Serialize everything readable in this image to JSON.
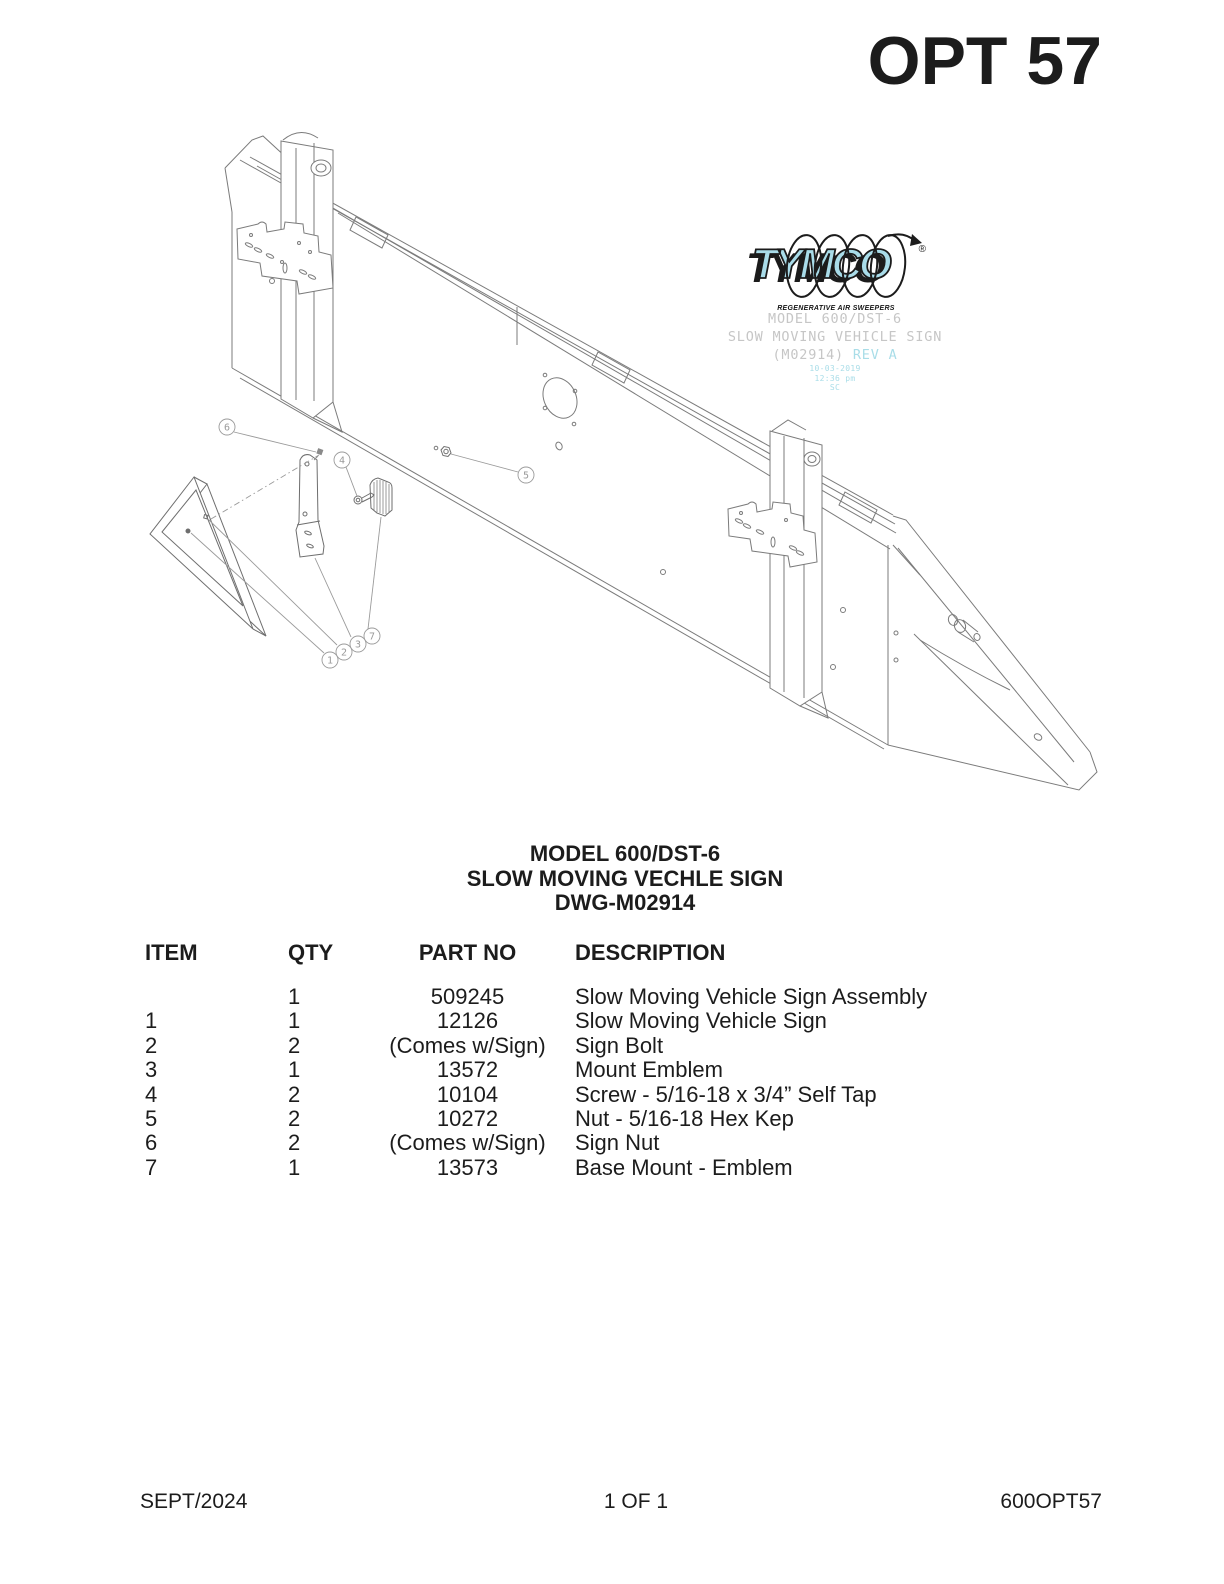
{
  "page": {
    "title": "OPT 57",
    "footer": {
      "date": "SEPT/2024",
      "page": "1 OF 1",
      "doc": "600OPT57"
    }
  },
  "drawing": {
    "logo": {
      "brand": "TYMCO",
      "registered": "®",
      "tagline": "REGENERATIVE AIR SWEEPERS"
    },
    "stamp": {
      "model": "MODEL 600/DST-6",
      "name": "SLOW MOVING VEHICLE SIGN",
      "dwg": "(M02914)",
      "rev": "REV A",
      "date": "10-03-2019",
      "time": "12:36 pm",
      "initials": "SC"
    },
    "callouts": [
      "1",
      "2",
      "3",
      "4",
      "5",
      "6",
      "7"
    ]
  },
  "parts_list": {
    "heading": [
      "MODEL 600/DST-6",
      "SLOW MOVING VECHLE SIGN",
      "DWG-M02914"
    ],
    "columns": [
      "ITEM",
      "QTY",
      "PART NO",
      "DESCRIPTION"
    ],
    "rows": [
      {
        "item": "",
        "qty": "1",
        "part_no": "509245",
        "description": "Slow Moving Vehicle Sign Assembly"
      },
      {
        "item": "1",
        "qty": "1",
        "part_no": "12126",
        "description": "Slow Moving Vehicle Sign"
      },
      {
        "item": "2",
        "qty": "2",
        "part_no": "(Comes w/Sign)",
        "description": "Sign Bolt"
      },
      {
        "item": "3",
        "qty": "1",
        "part_no": "13572",
        "description": "Mount Emblem"
      },
      {
        "item": "4",
        "qty": "2",
        "part_no": "10104",
        "description": "Screw - 5/16-18 x 3/4” Self Tap"
      },
      {
        "item": "5",
        "qty": "2",
        "part_no": "10272",
        "description": "Nut - 5/16-18 Hex Kep"
      },
      {
        "item": "6",
        "qty": "2",
        "part_no": "(Comes w/Sign)",
        "description": "Sign Nut"
      },
      {
        "item": "7",
        "qty": "1",
        "part_no": "13573",
        "description": "Base Mount - Emblem"
      }
    ]
  },
  "colors": {
    "logo_cyan": "#a9dce9",
    "stamp_gray": "#c6c6c6",
    "stamp_cyan": "#a9dde8",
    "line_gray": "#7b7b7b"
  }
}
